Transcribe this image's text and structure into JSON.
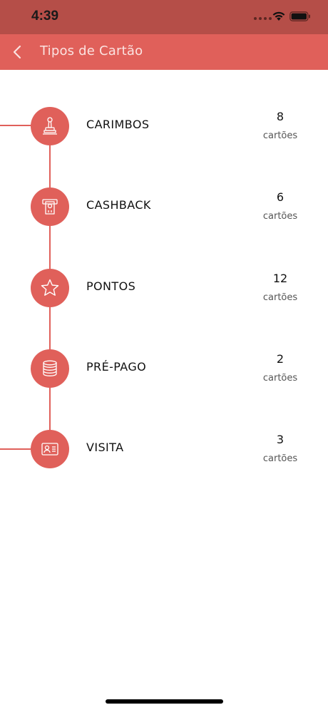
{
  "status_bar": {
    "time": "4:39"
  },
  "header": {
    "title": "Tipos de Cartão"
  },
  "card_types": [
    {
      "label": "CARIMBOS",
      "count": "8",
      "unit": "cartões",
      "icon": "stamp-icon"
    },
    {
      "label": "CASHBACK",
      "count": "6",
      "unit": "cartões",
      "icon": "atm-cash-icon"
    },
    {
      "label": "PONTOS",
      "count": "12",
      "unit": "cartões",
      "icon": "star-icon"
    },
    {
      "label": "PRÉ-PAGO",
      "count": "2",
      "unit": "cartões",
      "icon": "coins-stack-icon"
    },
    {
      "label": "VISITA",
      "count": "3",
      "unit": "cartões",
      "icon": "id-card-icon"
    }
  ],
  "colors": {
    "status_bar": "#b54e48",
    "accent": "#e0605a",
    "title_text": "#fbe3e1"
  }
}
